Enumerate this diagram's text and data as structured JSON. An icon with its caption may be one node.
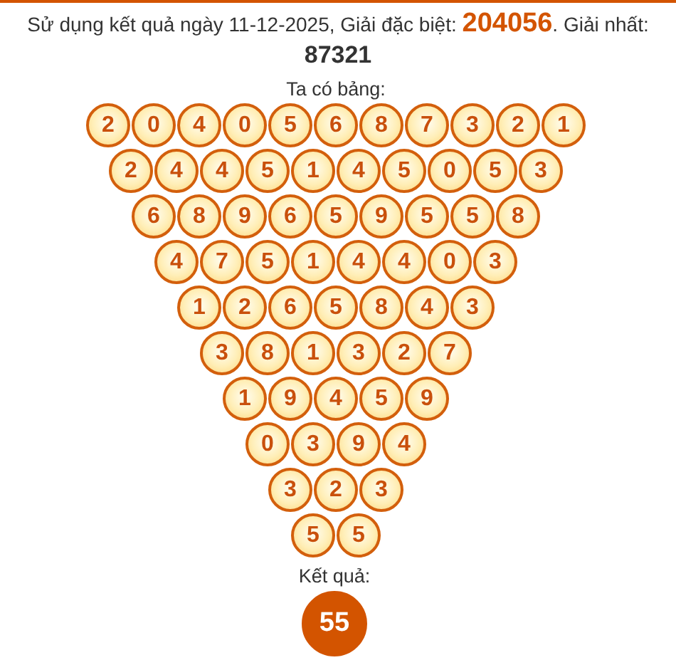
{
  "diagram": {
    "title": "Sử dụng kết quả ngày 11-12-2025, Giải đặc biệt: **204056**. Giải nhất: **87321**",
    "nodes": [
      {
        "text": [
          "2"
        ]
      },
      {
        "text": [
          "0"
        ]
      },
      {
        "text": [
          "4"
        ]
      },
      {
        "text": [
          "0"
        ]
      },
      {
        "text": [
          "5"
        ]
      },
      {
        "text": [
          "6"
        ]
      },
      {
        "text": [
          "8"
        ]
      },
      {
        "text": [
          "7"
        ]
      },
      {
        "text": [
          "3"
        ]
      },
      {
        "text": [
          "2"
        ]
      },
      {
        "text": [
          "1"
        ]
      },
      {
        "text": [
          "2"
        ]
      },
      {
        "text": [
          "4"
        ]
      },
      {
        "text": [
          "4"
        ]
      },
      {
        "text": [
          "5"
        ]
      },
      {
        "text": [
          "1"
        ]
      },
      {
        "text": [
          "4"
        ]
      },
      {
        "text": [
          "5"
        ]
      },
      {
        "text": [
          "0"
        ]
      },
      {
        "text": [
          "5"
        ]
      },
      {
        "text": [
          "3"
        ]
      },
      {
        "text": [
          "6"
        ]
      },
      {
        "text": [
          "8"
        ]
      },
      {
        "text": [
          "9"
        ]
      },
      {
        "text": [
          "6"
        ]
      },
      {
        "text": [
          "5"
        ]
      },
      {
        "text": [
          "9"
        ]
      },
      {
        "text": [
          "5"
        ]
      },
      {
        "text": [
          "5"
        ]
      },
      {
        "text": [
          "8"
        ]
      },
      {
        "text": [
          "4"
        ]
      },
      {
        "text": [
          "7"
        ]
      },
      {
        "text": [
          "5"
        ]
      },
      {
        "text": [
          "1"
        ]
      },
      {
        "text": [
          "4"
        ]
      },
      {
        "text": [
          "4"
        ]
      },
      {
        "text": [
          "0"
        ]
      },
      {
        "text": [
          "3"
        ]
      },
      {
        "text": [
          "1"
        ]
      },
      {
        "text": [
          "2"
        ]
      },
      {
        "text": [
          "6"
        ]
      },
      {
        "text": [
          "5"
        ]
      },
      {
        "text": [
          "8"
        ]
      },
      {
        "text": [
          "4"
        ]
      },
      {
        "text": [
          "3"
        ]
      },
      {
        "text": [
          "3"
        ]
      },
      {
        "text": [
          "8"
        ]
      },
      {
        "text": [
          "1"
        ]
      },
      {
        "text": [
          "3"
        ]
      },
      {
        "text": [
          "2"
        ]
      },
      {
        "text": [
          "7"
        ]
      },
      {
        "text": [
          "1"
        ]
      },
      {
        "text": [
          "9"
        ]
      },
      {
        "text": [
          "4"
        ]
      },
      {
        "text": [
          "5"
        ]
      },
      {
        "text": [
          "9"
        ]
      },
      {
        "text": [
          "0"
        ]
      },
      {
        "text": [
          "3"
        ]
      },
      {
        "text": [
          "9"
        ]
      },
      {
        "text": [
          "4"
        ]
      },
      {
        "text": [
          "3"
        ]
      },
      {
        "text": [
          "2"
        ]
      },
      {
        "text": [
          "3"
        ]
      },
      {
        "text": [
          "5"
        ]
      },
      {
        "text": [
          "5"
        ]
      },
      {
        "text": [
          "55"
        ],
        "beside": [
          "Kết quả:"
        ]
      }
    ],
    "labels": [
      "Ta có bảng:"
    ]
  }
}
